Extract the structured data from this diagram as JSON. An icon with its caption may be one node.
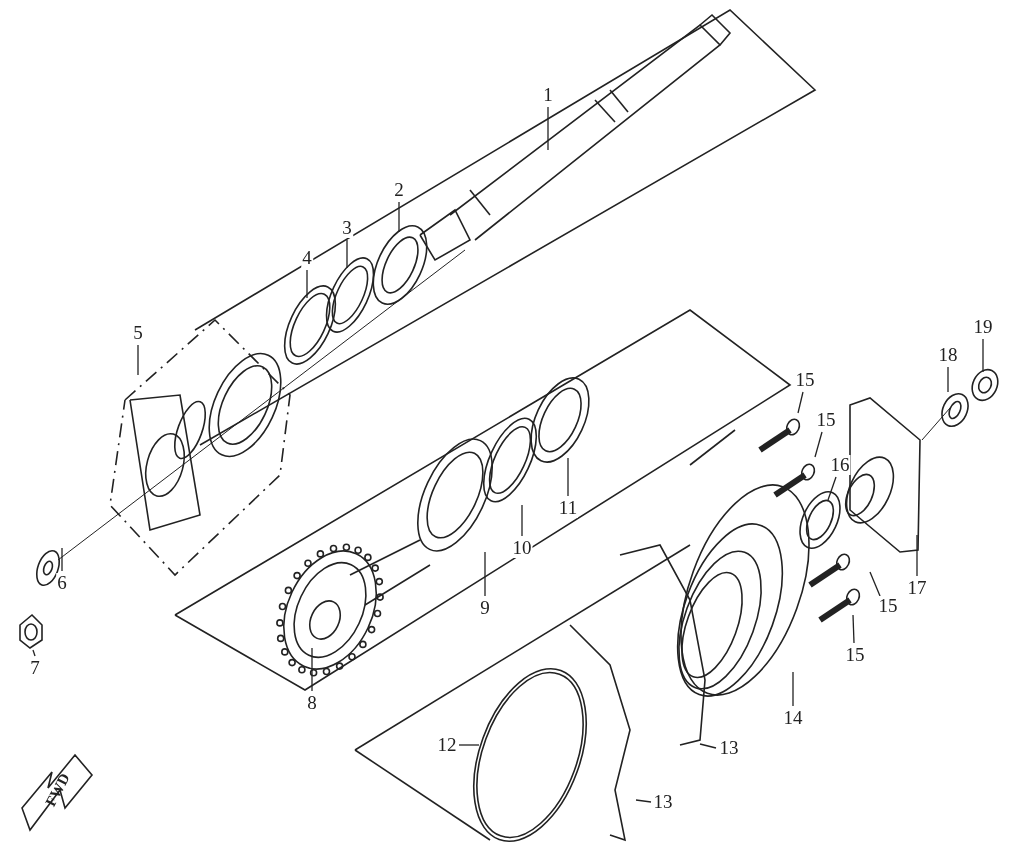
{
  "diagram": {
    "nodes": [
      {
        "text": [
          "1"
        ]
      },
      {
        "text": [
          "2"
        ]
      },
      {
        "text": [
          "3"
        ]
      },
      {
        "text": [
          "4"
        ]
      },
      {
        "text": [
          "5"
        ]
      },
      {
        "text": [
          "6"
        ]
      },
      {
        "text": [
          "7"
        ]
      },
      {
        "text": [
          "8"
        ]
      },
      {
        "text": [
          "9"
        ]
      },
      {
        "text": [
          "10"
        ]
      },
      {
        "text": [
          "11"
        ]
      },
      {
        "text": [
          "12"
        ]
      },
      {
        "text": [
          "13"
        ]
      },
      {
        "text": [
          "13"
        ]
      },
      {
        "text": [
          "14"
        ]
      },
      {
        "text": [
          "15"
        ]
      },
      {
        "text": [
          "15"
        ]
      },
      {
        "text": [
          "16"
        ]
      },
      {
        "text": [
          "15"
        ]
      },
      {
        "text": [
          "15"
        ]
      },
      {
        "text": [
          "17"
        ]
      },
      {
        "text": [
          "18"
        ]
      },
      {
        "text": [
          "19"
        ]
      }
    ],
    "edges": [
      {
        "from": 0,
        "to": null,
        "arrow": "none"
      },
      {
        "from": 1,
        "to": null,
        "arrow": "none"
      },
      {
        "from": 2,
        "to": null,
        "arrow": "none"
      },
      {
        "from": 3,
        "to": null,
        "arrow": "none"
      },
      {
        "from": 4,
        "to": null,
        "arrow": "none"
      },
      {
        "from": 5,
        "to": null,
        "arrow": "none"
      },
      {
        "from": 6,
        "to": null,
        "arrow": "none"
      },
      {
        "from": 7,
        "to": null,
        "arrow": "none"
      },
      {
        "from": 8,
        "to": null,
        "arrow": "none"
      },
      {
        "from": 9,
        "to": null,
        "arrow": "none"
      },
      {
        "from": 10,
        "to": null,
        "arrow": "none"
      },
      {
        "from": 11,
        "to": null,
        "arrow": "none"
      },
      {
        "from": 12,
        "to": null,
        "arrow": "none"
      },
      {
        "from": 13,
        "to": null,
        "arrow": "none"
      },
      {
        "from": 14,
        "to": null,
        "arrow": "none"
      },
      {
        "from": 15,
        "to": null,
        "arrow": "none"
      },
      {
        "from": 16,
        "to": null,
        "arrow": "none"
      },
      {
        "from": 17,
        "to": null,
        "arrow": "none"
      },
      {
        "from": 18,
        "to": null,
        "arrow": "none"
      },
      {
        "from": 19,
        "to": null,
        "arrow": "none"
      },
      {
        "from": 20,
        "to": null,
        "arrow": "none"
      },
      {
        "from": 21,
        "to": null,
        "arrow": "none"
      },
      {
        "from": 22,
        "to": null,
        "arrow": "none"
      }
    ],
    "labels": [
      "FWD"
    ]
  }
}
